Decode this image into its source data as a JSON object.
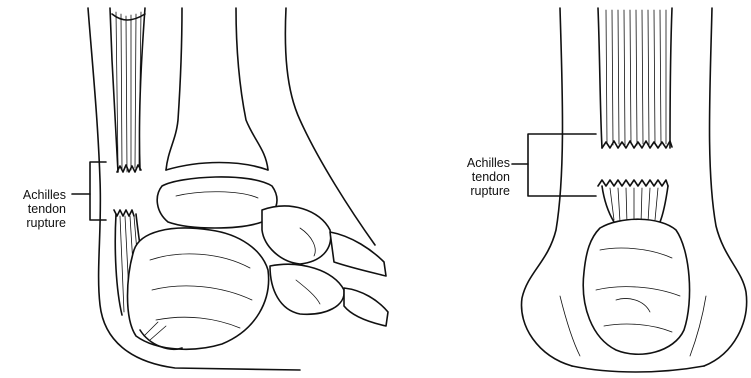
{
  "figure": {
    "left_panel": {
      "label_lines": [
        "Achilles",
        "tendon",
        "rupture"
      ]
    },
    "right_panel": {
      "label_lines": [
        "Achilles",
        "tendon",
        "rupture"
      ]
    }
  }
}
